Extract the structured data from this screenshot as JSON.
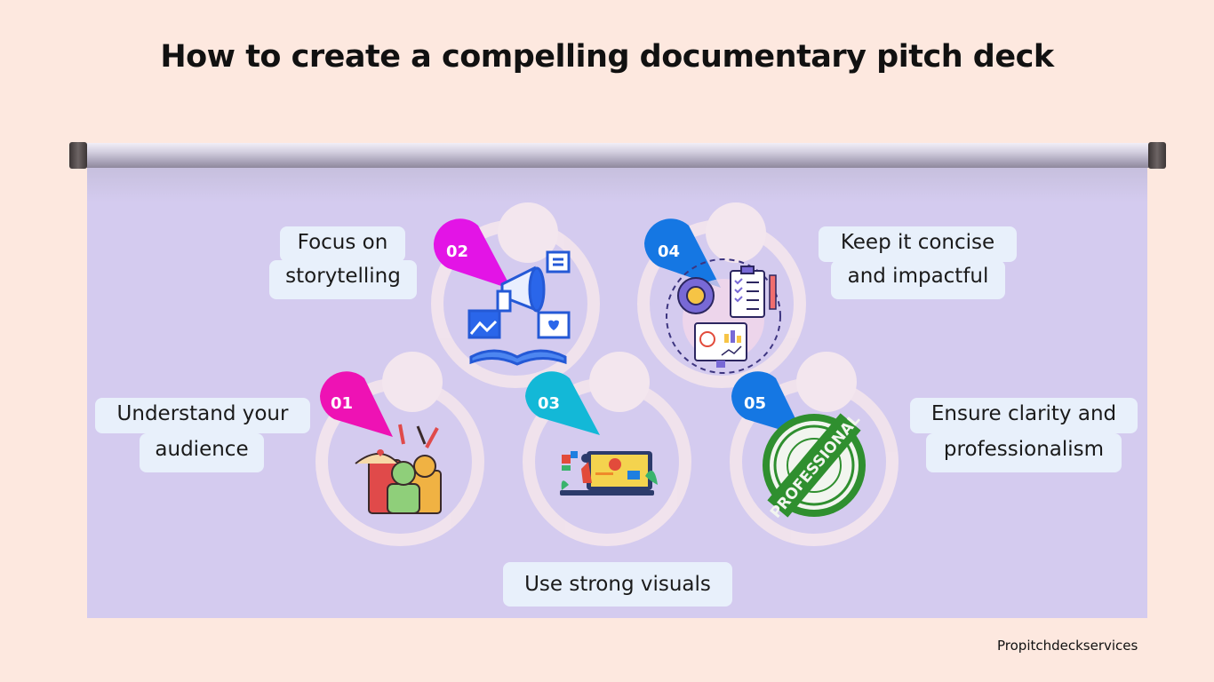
{
  "title": "How to create a compelling documentary pitch deck",
  "steps": [
    {
      "number": "01",
      "label_line1": "Understand your",
      "label_line2": "audience",
      "color": "#ee12b4",
      "icon": "audience-icon"
    },
    {
      "number": "02",
      "label_line1": "Focus on",
      "label_line2": "storytelling",
      "color": "#e314e6",
      "icon": "megaphone-book-icon"
    },
    {
      "number": "03",
      "label_line1": "Use strong visuals",
      "label_line2": "",
      "color": "#13b8d7",
      "icon": "visual-design-icon"
    },
    {
      "number": "04",
      "label_line1": "Keep it concise",
      "label_line2": "and impactful",
      "color": "#1577e3",
      "icon": "checklist-analytics-icon"
    },
    {
      "number": "05",
      "label_line1": "Ensure clarity and",
      "label_line2": "professionalism",
      "color": "#1577e3",
      "icon": "professional-stamp-icon"
    }
  ],
  "stamp_text": "PROFESSIONAL",
  "footer": "Propitchdeckservices",
  "colors": {
    "background": "#fde8df",
    "screen": "#d4cbef",
    "ring": "#f2e4ec"
  }
}
